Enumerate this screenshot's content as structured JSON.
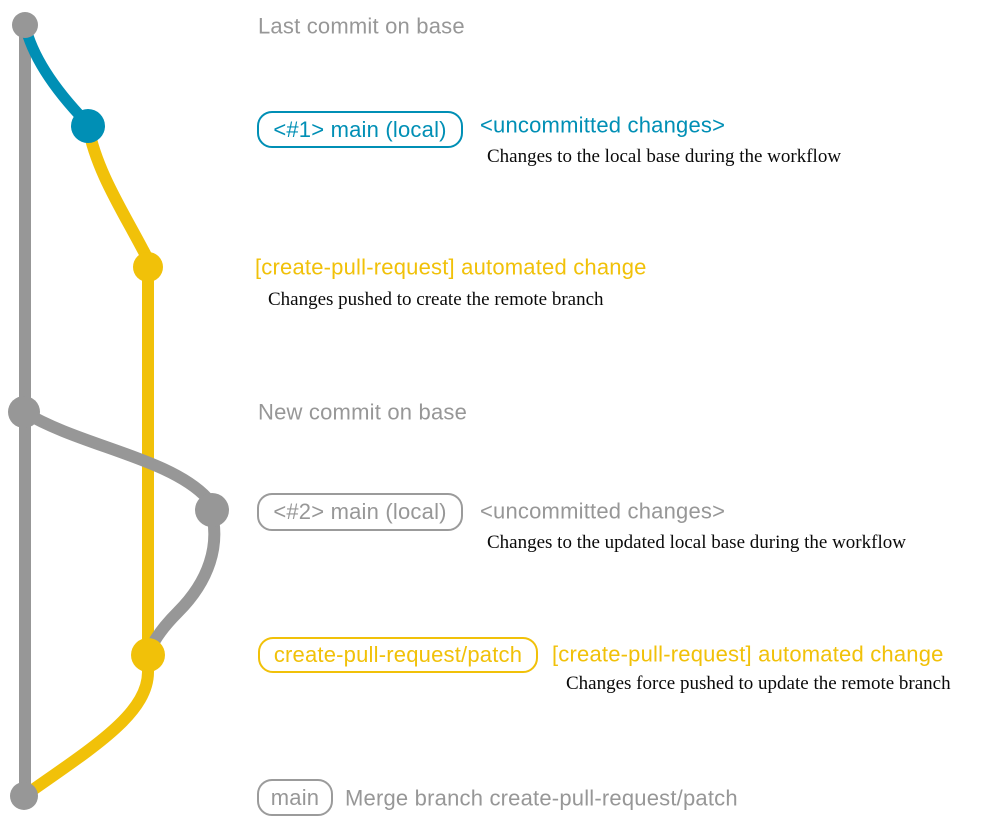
{
  "colors": {
    "gray": "#979797",
    "teal": "#008fb5",
    "yellow": "#f1c109",
    "caption_text": "#0a0a0a",
    "background": "#ffffff"
  },
  "graph": {
    "branches": [
      {
        "name": "base",
        "color": "#979797"
      },
      {
        "name": "main (local)",
        "colors": [
          "#008fb5",
          "#979797"
        ]
      },
      {
        "name": "create-pull-request/patch",
        "color": "#f1c109"
      }
    ],
    "commit_count": 7
  },
  "notes": {
    "last_commit": "Last commit on base",
    "new_commit": "New commit on base",
    "merge": "Merge branch create-pull-request/patch"
  },
  "row1": {
    "badge": "<#1> main (local)",
    "heading": "<uncommitted changes>",
    "caption": "Changes to the local base during the workflow"
  },
  "row2": {
    "heading": "[create-pull-request] automated change",
    "caption": "Changes pushed to create the remote branch"
  },
  "row4": {
    "badge": "<#2> main (local)",
    "heading": "<uncommitted changes>",
    "caption": "Changes to the updated local base during the workflow"
  },
  "row5": {
    "badge": "create-pull-request/patch",
    "heading": "[create-pull-request] automated change",
    "caption": "Changes force pushed to update the remote branch"
  },
  "row6": {
    "badge": "main"
  }
}
